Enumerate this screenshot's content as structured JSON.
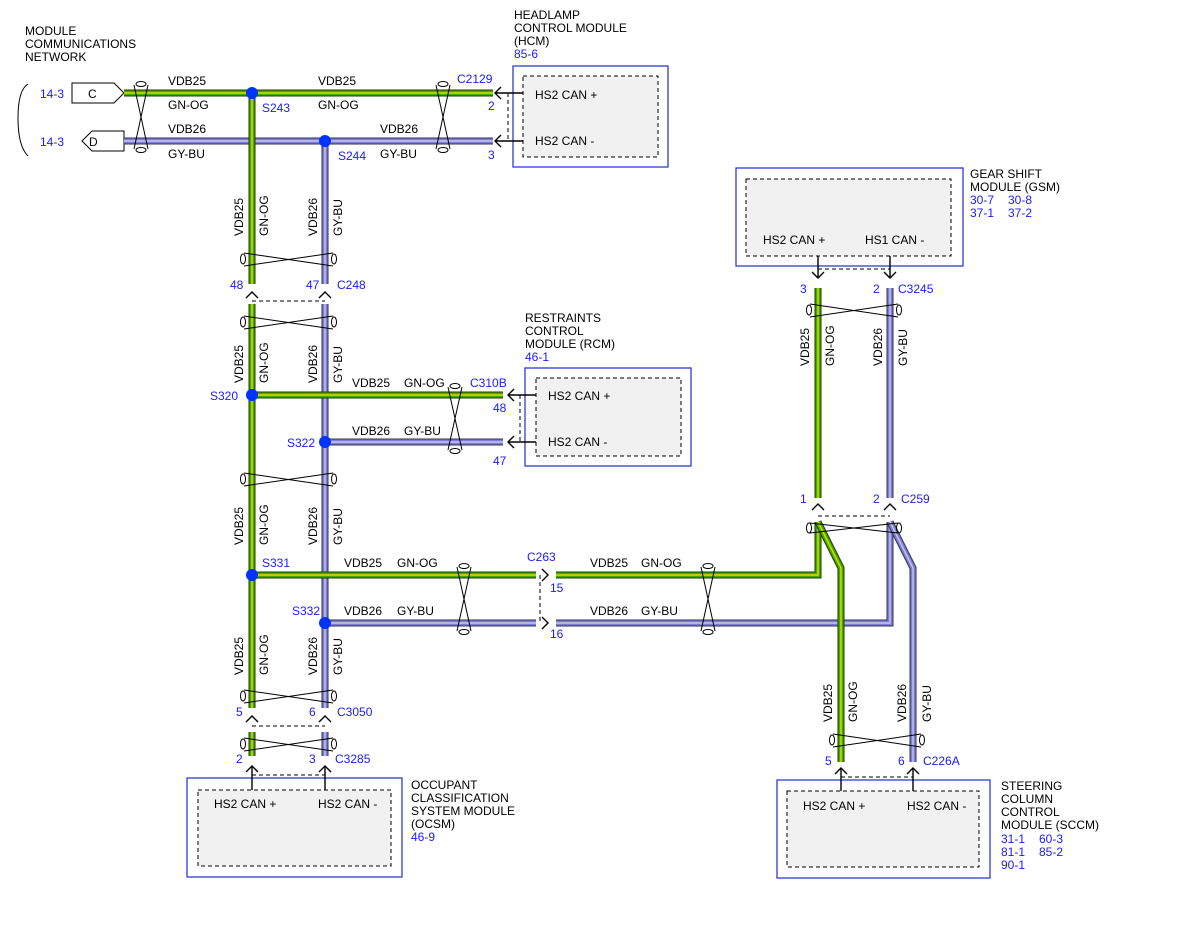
{
  "network": {
    "title_lines": [
      "MODULE",
      "COMMUNICATIONS",
      "NETWORK"
    ],
    "ref_c": "14-3",
    "ref_d": "14-3",
    "term_c": "C",
    "term_d": "D"
  },
  "circuits": {
    "can_plus": "VDB25",
    "can_minus": "VDB26",
    "color_plus": "GN-OG",
    "color_minus": "GY-BU"
  },
  "splices": [
    "S243",
    "S244",
    "S320",
    "S322",
    "S331",
    "S332"
  ],
  "connectors": {
    "c2129": {
      "name": "C2129",
      "pin_plus": "2",
      "pin_minus": "3"
    },
    "c248": {
      "name": "C248",
      "pin_plus": "48",
      "pin_minus": "47"
    },
    "c310b": {
      "name": "C310B",
      "pin_plus": "48",
      "pin_minus": "47"
    },
    "c263": {
      "name": "C263",
      "pin_plus": "15",
      "pin_minus": "16"
    },
    "c3050": {
      "name": "C3050",
      "pin_plus": "5",
      "pin_minus": "6"
    },
    "c3285": {
      "name": "C3285",
      "pin_plus": "2",
      "pin_minus": "3"
    },
    "c3245": {
      "name": "C3245",
      "pin_plus": "3",
      "pin_minus": "2"
    },
    "c259": {
      "name": "C259",
      "pin_plus": "1",
      "pin_minus": "2"
    },
    "c226a": {
      "name": "C226A",
      "pin_plus": "5",
      "pin_minus": "6"
    }
  },
  "modules": {
    "hcm": {
      "title_lines": [
        "HEADLAMP",
        "CONTROL MODULE",
        "(HCM)"
      ],
      "refs": [
        "85-6"
      ],
      "pin_labels": [
        "HS2 CAN +",
        "HS2 CAN -"
      ]
    },
    "rcm": {
      "title_lines": [
        "RESTRAINTS",
        "CONTROL",
        "MODULE (RCM)"
      ],
      "refs": [
        "46-1"
      ],
      "pin_labels": [
        "HS2 CAN +",
        "HS2 CAN -"
      ]
    },
    "gsm": {
      "title_lines": [
        "GEAR SHIFT",
        "MODULE (GSM)"
      ],
      "refs": [
        "30-7",
        "30-8",
        "37-1",
        "37-2"
      ],
      "pin_labels": [
        "HS2 CAN +",
        "HS1 CAN -"
      ]
    },
    "ocsm": {
      "title_lines": [
        "OCCUPANT",
        "CLASSIFICATION",
        "SYSTEM MODULE",
        "(OCSM)"
      ],
      "refs": [
        "46-9"
      ],
      "pin_labels": [
        "HS2 CAN +",
        "HS2 CAN -"
      ]
    },
    "sccm": {
      "title_lines": [
        "STEERING",
        "COLUMN",
        "CONTROL",
        "MODULE (SCCM)"
      ],
      "refs": [
        "31-1",
        "60-3",
        "81-1",
        "85-2",
        "90-1"
      ],
      "pin_labels": [
        "HS2 CAN +",
        "HS2 CAN -"
      ]
    }
  },
  "colors": {
    "green_wire": "#4aa800",
    "orange_stripe": "#d4e000",
    "blue_wire": "#7d7dd8",
    "reference_text": "#1a1aff",
    "module_border": "#2f3bd6"
  }
}
